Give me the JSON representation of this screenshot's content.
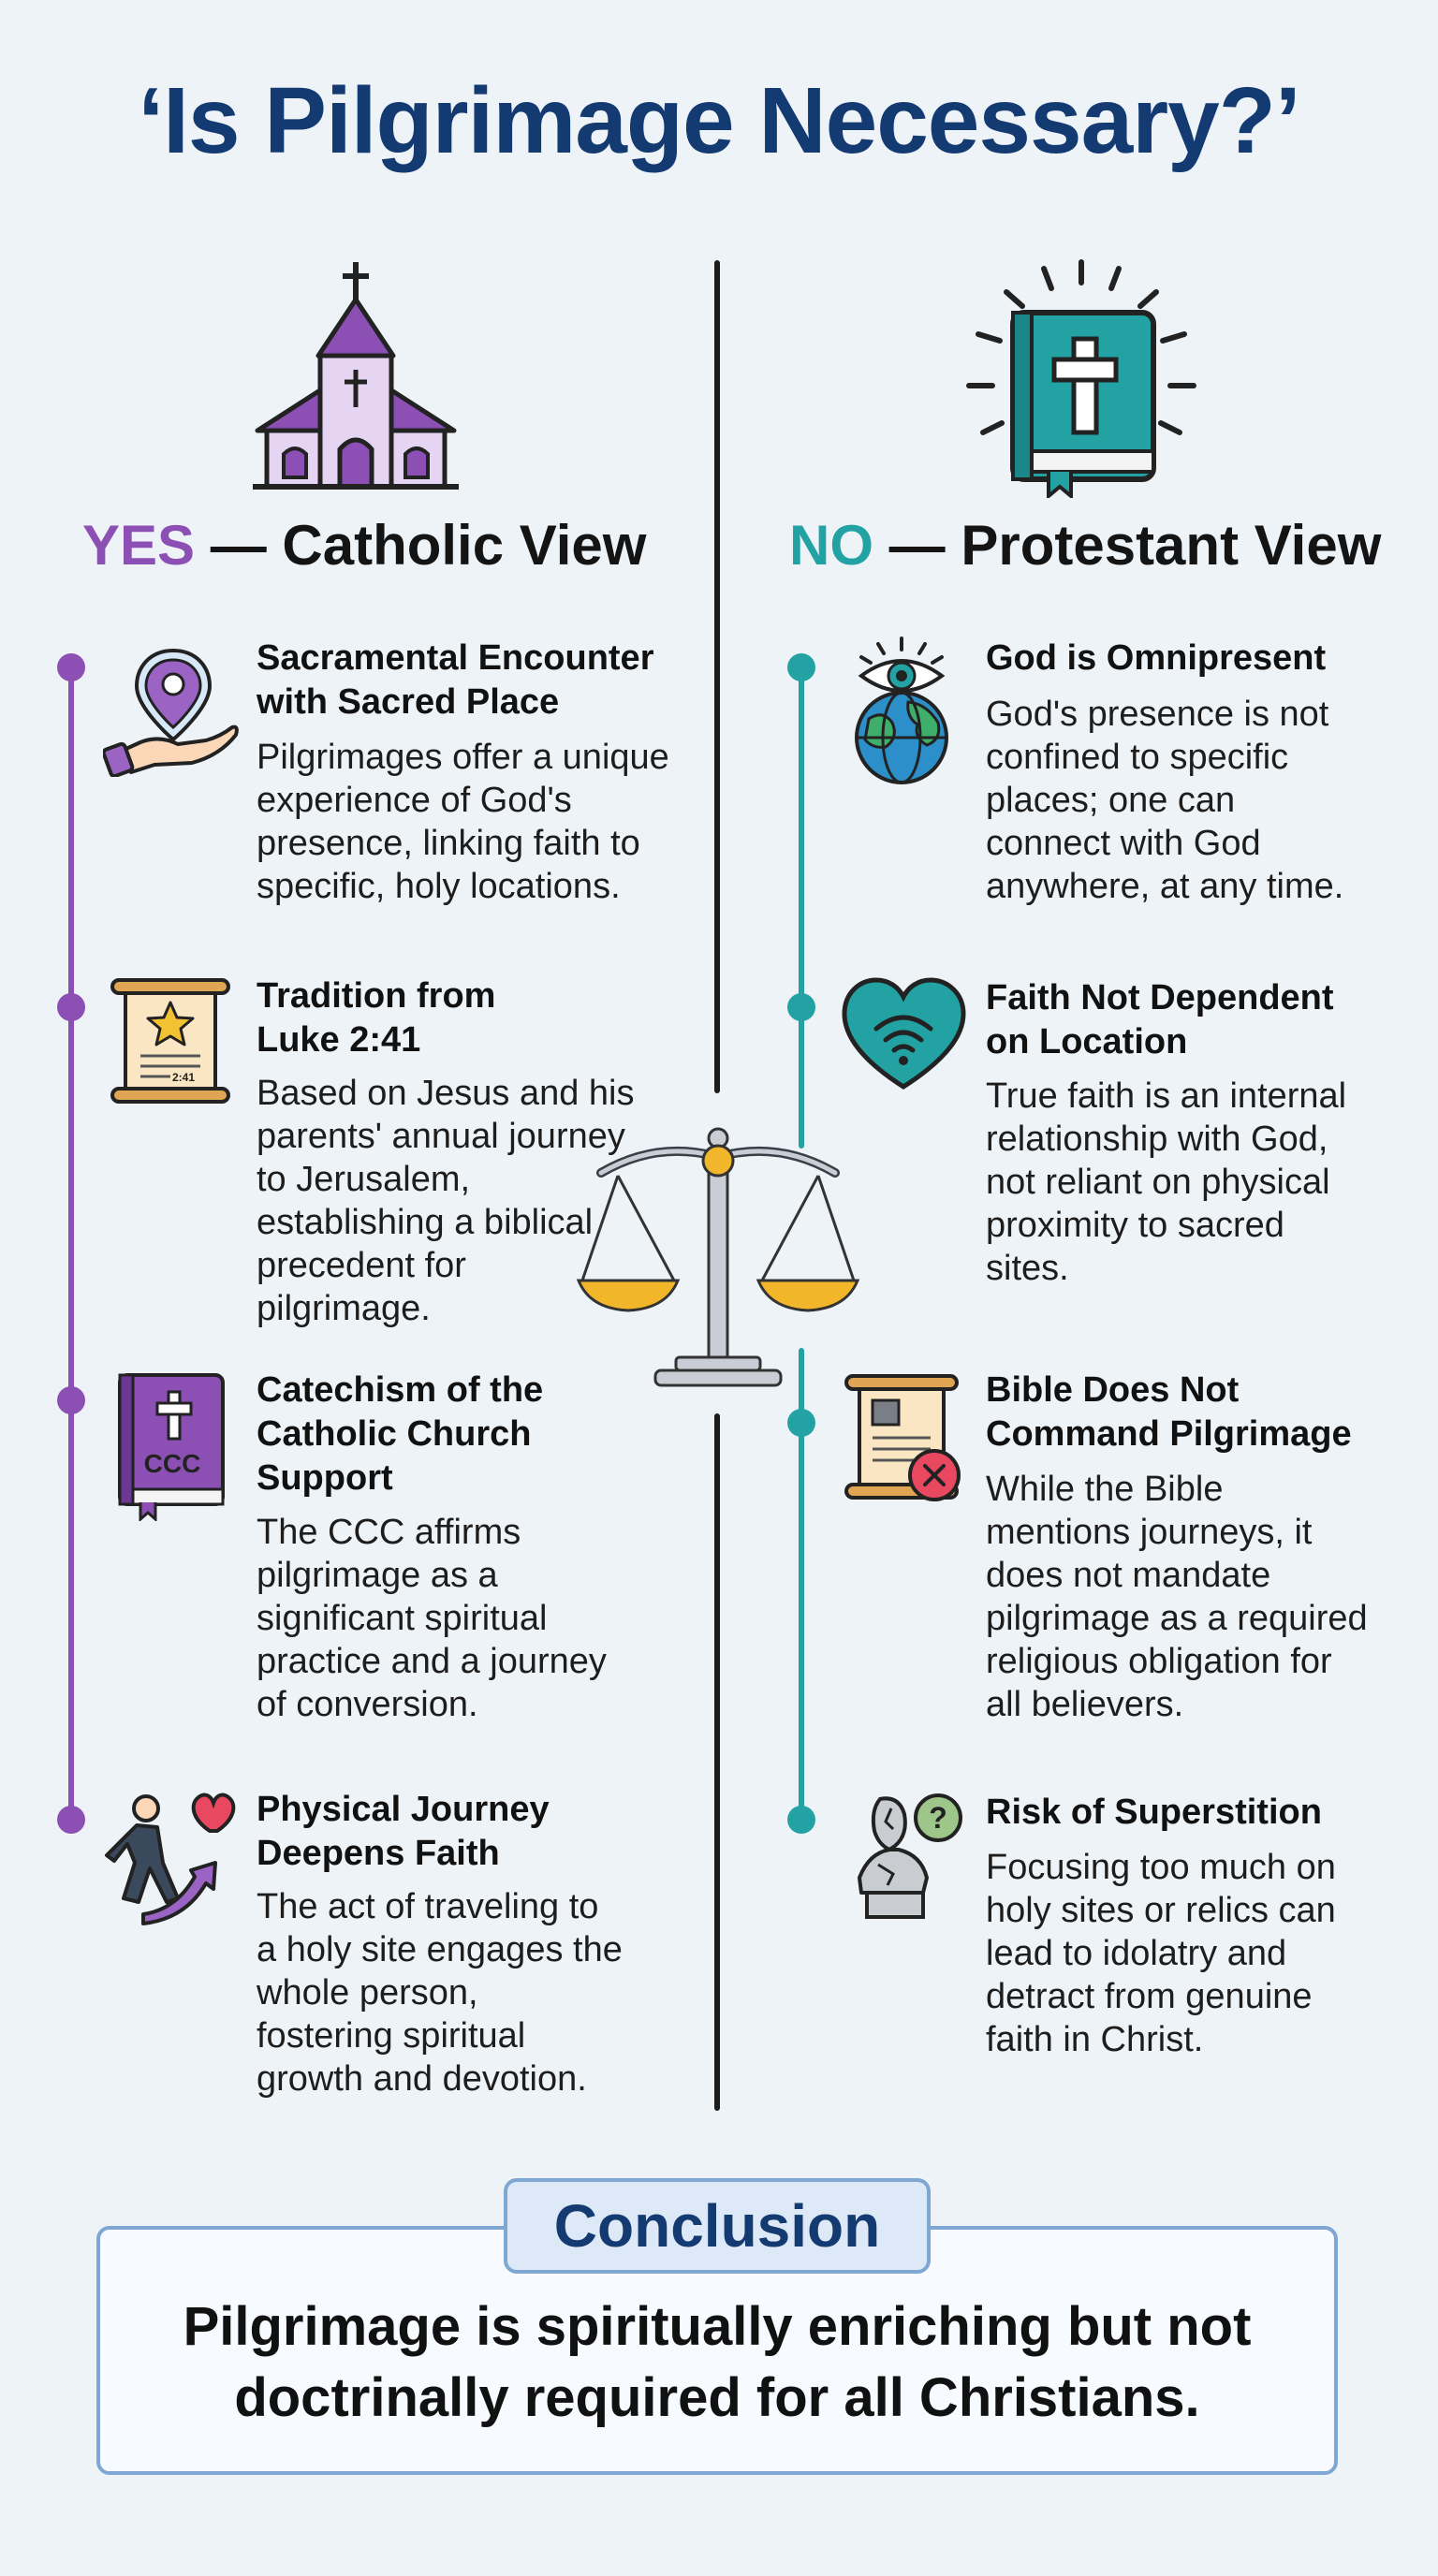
{
  "title": "‘Is Pilgrimage Necessary?’",
  "colors": {
    "title": "#143a72",
    "yes": "#8c4fb4",
    "no": "#23a2a3",
    "conclusion_border": "#7ea7d3"
  },
  "yes": {
    "tag": "YES",
    "heading": "— Catholic View",
    "hero_icon": "church-icon",
    "items": [
      {
        "icon": "location-pin-hand-icon",
        "title_lines": [
          "Sacramental Encounter",
          "with Sacred Place"
        ],
        "desc_lines": [
          "Pilgrimages offer a unique",
          "experience of God's",
          "presence, linking faith to",
          "specific, holy locations."
        ]
      },
      {
        "icon": "scroll-star-icon",
        "scroll_label": "2:41",
        "title_lines": [
          "Tradition from",
          "Luke 2:41"
        ],
        "desc_lines": [
          "Based on Jesus and his",
          "parents' annual journey",
          "to Jerusalem,",
          "establishing a biblical",
          "precedent for",
          "pilgrimage."
        ]
      },
      {
        "icon": "ccc-book-icon",
        "book_label": "CCC",
        "title_lines": [
          "Catechism of the",
          "Catholic Church",
          "Support"
        ],
        "desc_lines": [
          "The CCC affirms",
          "pilgrimage as a",
          "significant spiritual",
          "practice and a journey",
          "of conversion."
        ]
      },
      {
        "icon": "walking-heart-icon",
        "title_lines": [
          "Physical Journey",
          "Deepens Faith"
        ],
        "desc_lines": [
          "The act of traveling to",
          "a holy site engages the",
          "whole person,",
          "fostering spiritual",
          "growth and devotion."
        ]
      }
    ]
  },
  "no": {
    "tag": "NO",
    "heading": "— Protestant View",
    "hero_icon": "glowing-bible-icon",
    "items": [
      {
        "icon": "eye-globe-icon",
        "title_lines": [
          "God is Omnipresent"
        ],
        "desc_lines": [
          "God's presence is not",
          "confined to specific",
          "places; one can",
          "connect with God",
          "anywhere, at any time."
        ]
      },
      {
        "icon": "heart-signal-icon",
        "title_lines": [
          "Faith Not Dependent",
          "on Location"
        ],
        "desc_lines": [
          "True faith is an internal",
          "relationship with God,",
          "not reliant on physical",
          "proximity to sacred",
          "sites."
        ]
      },
      {
        "icon": "scroll-x-icon",
        "title_lines": [
          "Bible Does Not",
          "Command Pilgrimage"
        ],
        "desc_lines": [
          "While the Bible",
          "mentions journeys, it",
          "does not mandate",
          "pilgrimage as a required",
          "religious obligation for",
          "all believers."
        ]
      },
      {
        "icon": "broken-statue-question-icon",
        "title_lines": [
          "Risk of Superstition"
        ],
        "desc_lines": [
          "Focusing too much on",
          "holy sites or relics can",
          "lead to idolatry and",
          "detract from genuine",
          "faith in Christ."
        ]
      }
    ]
  },
  "center_icon": "balance-scale-icon",
  "conclusion": {
    "label": "Conclusion",
    "text_lines": [
      "Pilgrimage is spiritually enriching but not",
      "doctrinally required for all Christians."
    ]
  }
}
